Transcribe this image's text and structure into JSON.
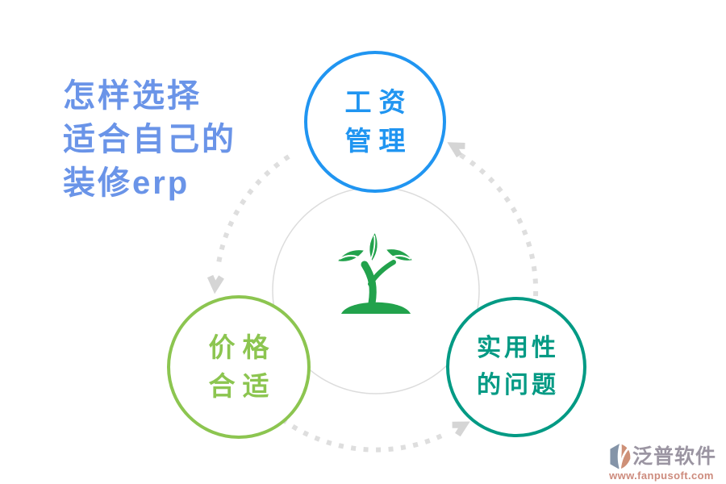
{
  "title": {
    "lines": [
      "怎样选择",
      "适合自己的",
      "装修erp"
    ],
    "color": "#6A94E8"
  },
  "diagram": {
    "nodes": [
      {
        "id": "salary-management",
        "lines": [
          "工资",
          "管理"
        ],
        "color": "#2095F1"
      },
      {
        "id": "reasonable-price",
        "lines": [
          "价格",
          "合适"
        ],
        "color": "#8CC550"
      },
      {
        "id": "practicality-issue",
        "lines": [
          "实用性",
          "的问题"
        ],
        "color": "#029A84"
      }
    ],
    "center_icon": {
      "name": "plant-sprout-icon",
      "color": "#22A24C"
    },
    "flow": {
      "direction": "counterclockwise",
      "arc_color": "#DEDEDE",
      "center_circle_color": "#DCDCDC"
    }
  },
  "watermark": {
    "brand": "泛普软件",
    "url": "www.fanpusoft.com",
    "brand_color": "#9B95A2",
    "url_color": "#CD8B7D"
  }
}
